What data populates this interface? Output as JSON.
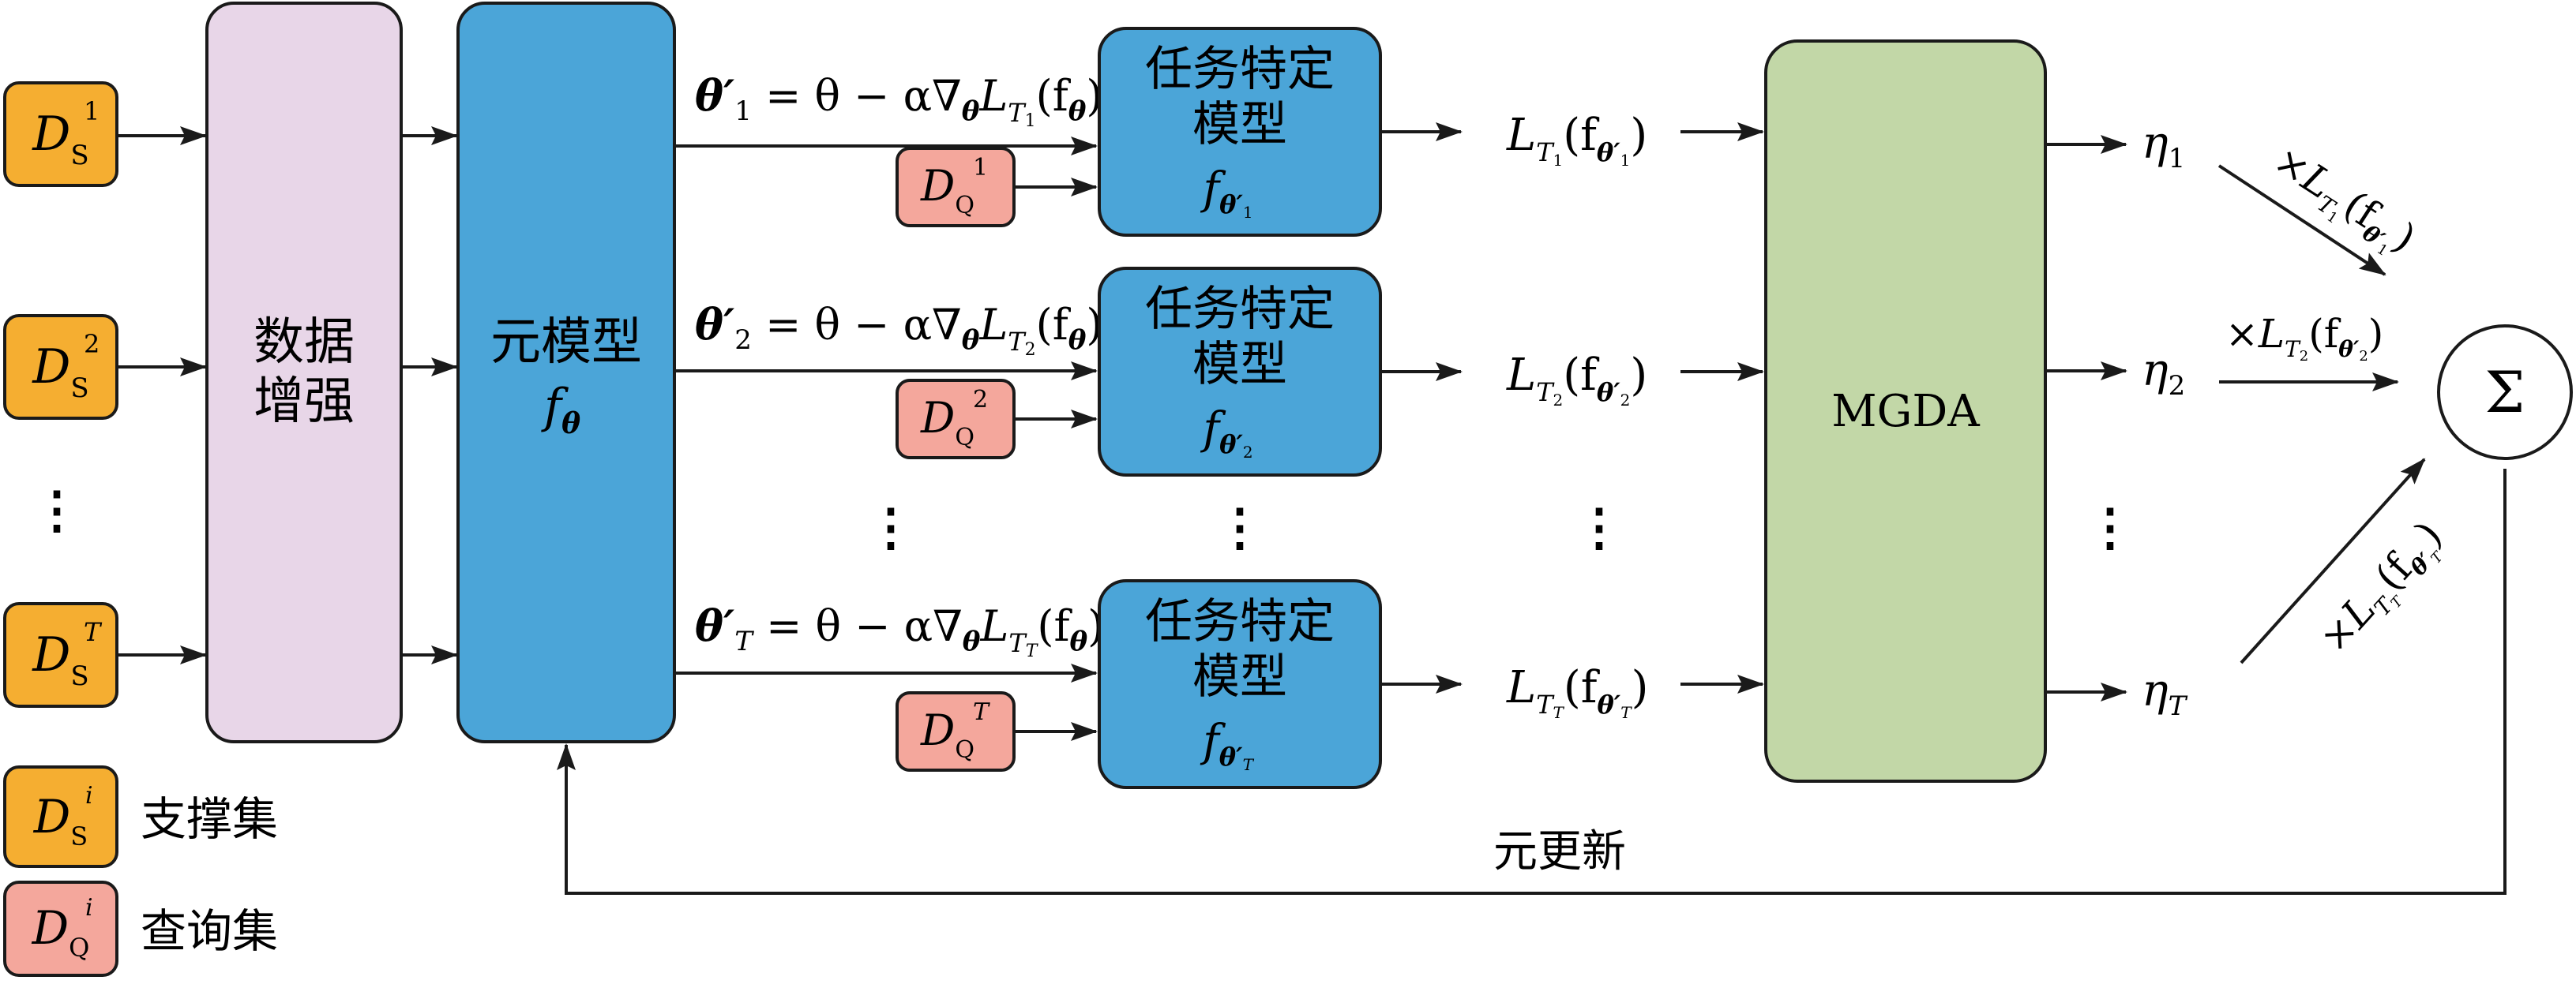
{
  "colors": {
    "support": "#F5AE31",
    "query": "#F4A79C",
    "augment": "#E8D6E8",
    "meta": "#4BA5D8",
    "task": "#4BA5D8",
    "mgda": "#C2D7A7",
    "stroke": "#1a1a1a"
  },
  "support_sets": [
    {
      "base": "D",
      "sub": "S",
      "sup": "1"
    },
    {
      "base": "D",
      "sub": "S",
      "sup": "2"
    },
    {
      "base": "D",
      "sub": "S",
      "sup": "T"
    }
  ],
  "support_dots": "⋮",
  "augment_box": {
    "line1": "数据",
    "line2": "增强"
  },
  "meta_model": {
    "line1": "元模型",
    "f": "f",
    "f_sub": "θ"
  },
  "updates": [
    {
      "theta_p": "θ′",
      "idx": "1",
      "eq": " = θ − α∇",
      "grad_sub": "θ",
      "L": "L",
      "T": "T",
      "T_sub": "1",
      "f": "(f",
      "f_sub": "θ",
      "close": ")"
    },
    {
      "theta_p": "θ′",
      "idx": "2",
      "eq": " = θ − α∇",
      "grad_sub": "θ",
      "L": "L",
      "T": "T",
      "T_sub": "2",
      "f": "(f",
      "f_sub": "θ",
      "close": ")"
    },
    {
      "theta_p": "θ′",
      "idx": "T",
      "eq": " = θ − α∇",
      "grad_sub": "θ",
      "L": "L",
      "T": "T",
      "T_sub": "T",
      "f": "(f",
      "f_sub": "θ",
      "close": ")"
    }
  ],
  "query_sets": [
    {
      "base": "D",
      "sub": "Q",
      "sup": "1"
    },
    {
      "base": "D",
      "sub": "Q",
      "sup": "2"
    },
    {
      "base": "D",
      "sub": "Q",
      "sup": "T"
    }
  ],
  "task_models": [
    {
      "line1": "任务特定",
      "line2": "模型",
      "f": "f",
      "f_sub": "θ′",
      "f_subsub": "1"
    },
    {
      "line1": "任务特定",
      "line2": "模型",
      "f": "f",
      "f_sub": "θ′",
      "f_subsub": "2"
    },
    {
      "line1": "任务特定",
      "line2": "模型",
      "f": "f",
      "f_sub": "θ′",
      "f_subsub": "T"
    }
  ],
  "losses": [
    {
      "L": "L",
      "T": "T",
      "T_sub": "1",
      "open": "(f",
      "f_sub": "θ′",
      "f_subsub": "1",
      "close": ")"
    },
    {
      "L": "L",
      "T": "T",
      "T_sub": "2",
      "open": "(f",
      "f_sub": "θ′",
      "f_subsub": "2",
      "close": ")"
    },
    {
      "L": "L",
      "T": "T",
      "T_sub": "T",
      "open": "(f",
      "f_sub": "θ′",
      "f_subsub": "T",
      "close": ")"
    }
  ],
  "mgda_label": "MGDA",
  "etas": [
    {
      "base": "η",
      "sub": "1"
    },
    {
      "base": "η",
      "sub": "2"
    },
    {
      "base": "η",
      "sub": "T"
    }
  ],
  "weights": [
    {
      "times": "×",
      "L": "L",
      "T": "T",
      "T_sub": "1",
      "open": "(f",
      "f_sub": "θ′",
      "f_subsub": "1",
      "close": ")"
    },
    {
      "times": "×",
      "L": "L",
      "T": "T",
      "T_sub": "2",
      "open": "(f",
      "f_sub": "θ′",
      "f_subsub": "2",
      "close": ")"
    },
    {
      "times": "×",
      "L": "L",
      "T": "T",
      "T_sub": "T",
      "open": "(f",
      "f_sub": "θ′",
      "f_subsub": "T",
      "close": ")"
    }
  ],
  "sum_symbol": "Σ",
  "meta_update_label": "元更新",
  "legend": [
    {
      "base": "D",
      "sub": "S",
      "sup": "i",
      "label": "支撑集"
    },
    {
      "base": "D",
      "sub": "Q",
      "sup": "i",
      "label": "查询集"
    }
  ]
}
